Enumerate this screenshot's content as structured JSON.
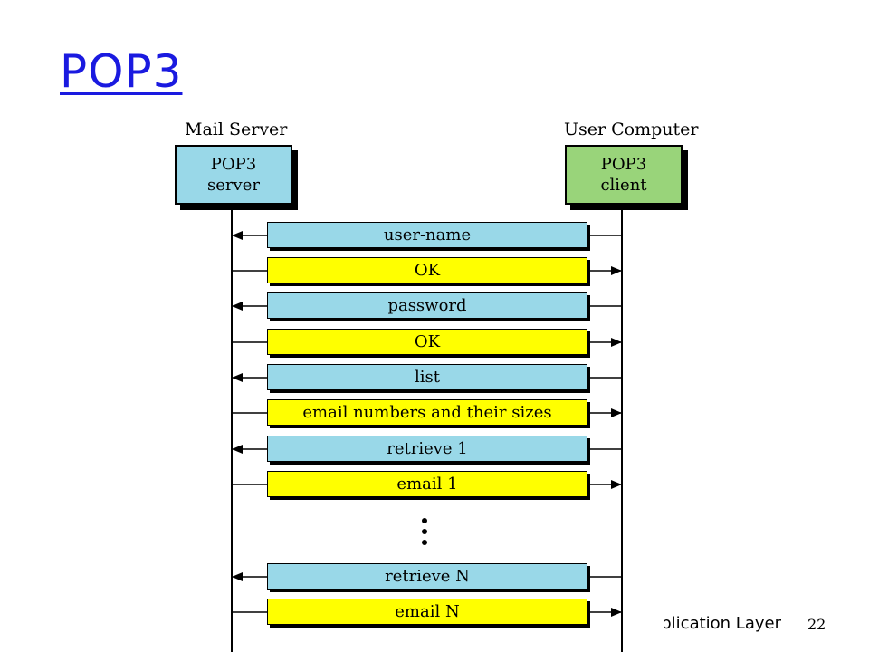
{
  "slide": {
    "title": "POP3",
    "footer_text": "Application Layer",
    "page_number": "22"
  },
  "diagram": {
    "left_column_label": "Mail Server",
    "right_column_label": "User Computer",
    "left_box": {
      "line1": "POP3",
      "line2": "server",
      "color": "#99d8e8"
    },
    "right_box": {
      "line1": "POP3",
      "line2": "client",
      "color": "#99d47a"
    },
    "messages": [
      {
        "label": "user-name",
        "direction": "to-server",
        "color": "#99d8e8"
      },
      {
        "label": "OK",
        "direction": "to-client",
        "color": "#ffff00"
      },
      {
        "label": "password",
        "direction": "to-server",
        "color": "#99d8e8"
      },
      {
        "label": "OK",
        "direction": "to-client",
        "color": "#ffff00"
      },
      {
        "label": "list",
        "direction": "to-server",
        "color": "#99d8e8"
      },
      {
        "label": "email numbers and their sizes",
        "direction": "to-client",
        "color": "#ffff00"
      },
      {
        "label": "retrieve 1",
        "direction": "to-server",
        "color": "#99d8e8"
      },
      {
        "label": "email 1",
        "direction": "to-client",
        "color": "#ffff00"
      },
      {
        "label": "retrieve N",
        "direction": "to-server",
        "color": "#99d8e8"
      },
      {
        "label": "email N",
        "direction": "to-client",
        "color": "#ffff00"
      }
    ],
    "ellipsis_icon": "vertical-ellipsis-icon"
  }
}
